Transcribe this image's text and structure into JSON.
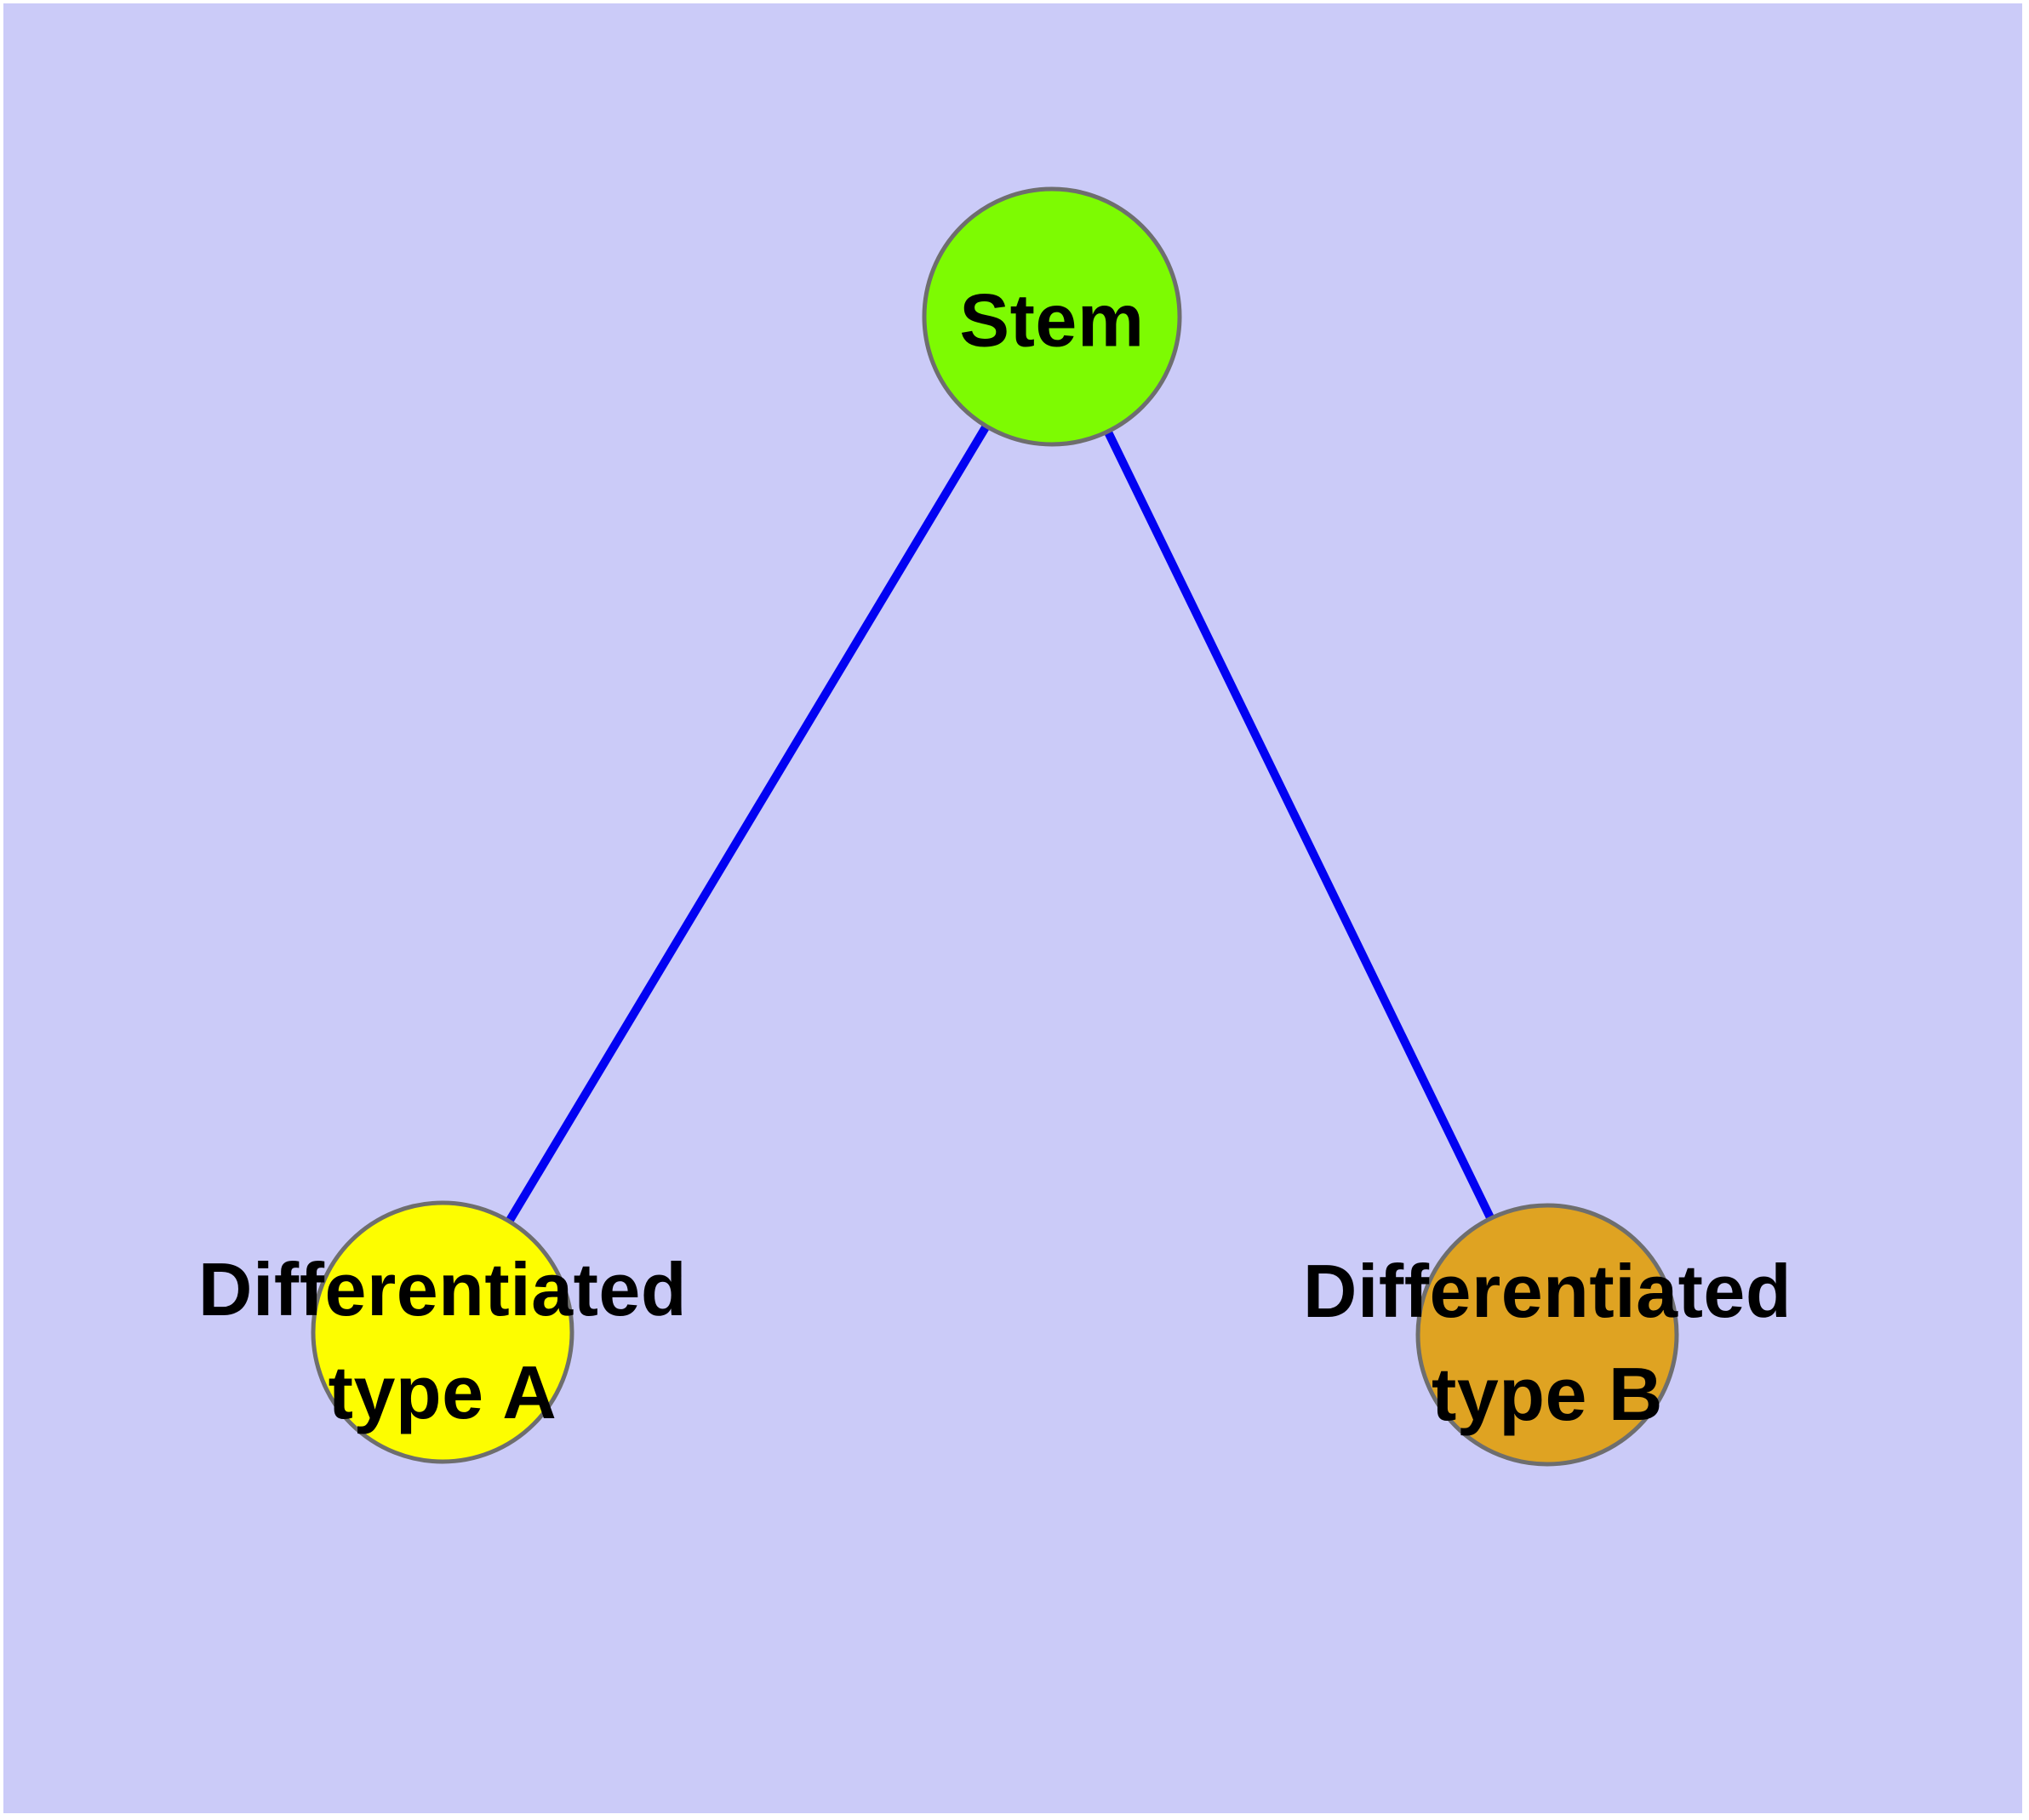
{
  "diagram": {
    "background_color": "#cbcbf8",
    "frame_color": "#ffffff",
    "edge_color": "#0202f2",
    "node_border_color": "#6e6e6e",
    "text_color": "#000000",
    "nodes": [
      {
        "id": "stem",
        "label": "Stem",
        "color": "#7dfb02"
      },
      {
        "id": "type-a",
        "label": "Differentiated\ntype A",
        "color": "#fdfd00"
      },
      {
        "id": "type-b",
        "label": "Differentiated\ntype B",
        "color": "#dfa322"
      }
    ],
    "edges": [
      {
        "from": "stem",
        "to": "type-a"
      },
      {
        "from": "stem",
        "to": "type-b"
      }
    ]
  }
}
